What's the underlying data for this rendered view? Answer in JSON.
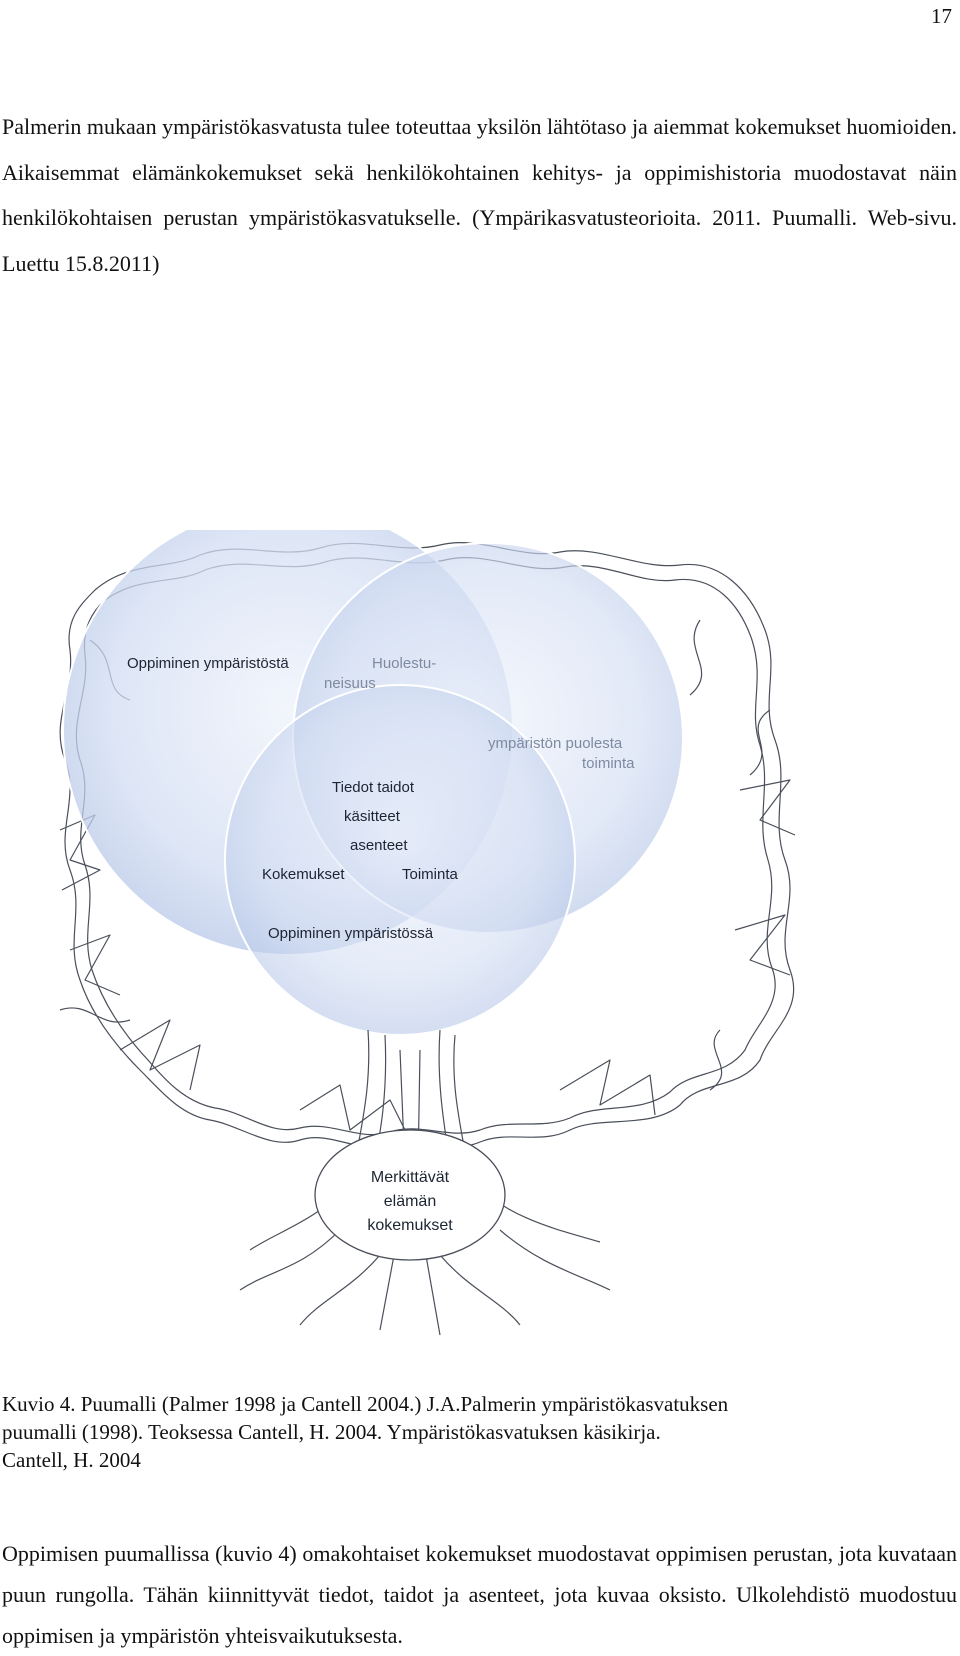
{
  "page_number": "17",
  "paragraph_1": "Palmerin mukaan ympäristökasvatusta tulee toteuttaa yksilön lähtötaso ja aiemmat kokemukset huomioiden. Aikaisemmat elämänkokemukset sekä henkilökohtainen kehitys- ja oppimishistoria muodostavat näin henkilökohtaisen perustan ympäristökasvatukselle. (Ympärikasvatusteorioita. 2011. Puumalli. Web-sivu. Luettu 15.8.2011)",
  "figure": {
    "circle_top_left": "Oppiminen ympäristöstä",
    "overlap_top": [
      "Huolestu-",
      "neisuus"
    ],
    "circle_right": [
      "ympäristön puolesta",
      "toiminta"
    ],
    "center": [
      "Tiedot  taidot",
      "käsitteet",
      "asenteet"
    ],
    "bottom_left": "Kokemukset",
    "bottom_right": "Toiminta",
    "circle_bottom": "Oppiminen ympäristössä",
    "root": [
      "Merkittävät",
      "elämän",
      "kokemukset"
    ]
  },
  "caption": {
    "line1": "Kuvio 4. Puumalli (Palmer 1998 ja Cantell 2004.) J.A.Palmerin ympäristökasvatuksen",
    "line2": "puumalli (1998). Teoksessa Cantell, H. 2004. Ympäristökasvatuksen käsikirja.",
    "line3": "Cantell, H. 2004"
  },
  "paragraph_2": "Oppimisen puumallissa (kuvio 4) omakohtaiset kokemukset muodostavat oppimisen perustan, jota kuvataan puun rungolla. Tähän kiinnittyvät tiedot, taidot ja asenteet, jota kuvaa oksisto. Ulkolehdistö muodostuu oppimisen ja ympäristön yhteisvaikutuksesta.",
  "colors": {
    "circle_fill": "#c5d3ee",
    "circle_stroke": "#ffffff",
    "sketch": "#4a4f5a"
  }
}
